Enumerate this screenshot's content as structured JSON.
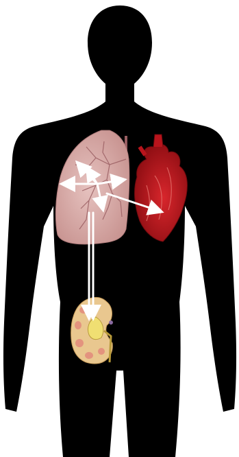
{
  "figure": {
    "background": "#ffffff",
    "silhouette_color": "#000000",
    "organs": [
      {
        "name": "lung",
        "color": "#d8aaa6",
        "vessel_color": "#9a5e62"
      },
      {
        "name": "heart",
        "color": "#b8141c",
        "vessel_color": "#e06a66"
      },
      {
        "name": "kidney",
        "color": "#e9c78f",
        "medulla_color": "#e28a7c",
        "pelvis_color": "#f0df72"
      }
    ],
    "arrow_color": "#ffffff",
    "arrows": [
      {
        "from": "lung",
        "to": "lung-upper"
      },
      {
        "from": "lung",
        "to": "lung-left"
      },
      {
        "from": "lung",
        "to": "lung-right"
      },
      {
        "from": "lung",
        "to": "lung-lower"
      },
      {
        "from": "lung",
        "to": "heart"
      },
      {
        "from": "lung",
        "to": "kidney"
      }
    ]
  }
}
